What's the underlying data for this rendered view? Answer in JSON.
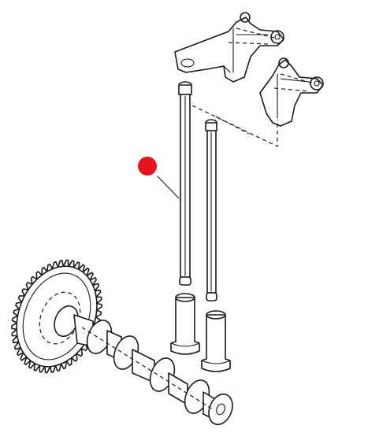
{
  "diagram": {
    "parts": [
      {
        "id": "rocker-arm-front",
        "label": ""
      },
      {
        "id": "rocker-arm-rear",
        "label": ""
      },
      {
        "id": "push-rod-front",
        "label": ""
      },
      {
        "id": "push-rod-rear",
        "label": ""
      },
      {
        "id": "tappet-front",
        "label": ""
      },
      {
        "id": "tappet-rear",
        "label": ""
      },
      {
        "id": "camshaft",
        "label": ""
      },
      {
        "id": "camshaft-gear",
        "label": ""
      }
    ],
    "marker": {
      "color": "#e8141c",
      "points_to": "push-rod-front"
    }
  }
}
